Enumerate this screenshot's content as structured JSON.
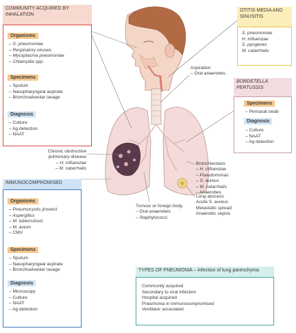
{
  "community": {
    "title": "COMMUNITY ACQUIRED BY INHALATION",
    "organisms_label": "Organisms",
    "organisms": [
      "– S. pneumoniae",
      "– Respiratory viruses",
      "– Mycoplasma pneumoniae",
      "– Chlamydia spp."
    ],
    "specimens_label": "Specimens",
    "specimens": [
      "– Sputum",
      "– Nasopharyngeal aspirate",
      "– Bronchoalveolar lavage"
    ],
    "diagnosis_label": "Diagnosis",
    "diagnosis": [
      "– Culture",
      "– Ag detection",
      "– NAAT"
    ]
  },
  "otitis": {
    "title": "OTITIS MEDIA AND SINUSITIS",
    "organisms": [
      "S. pneumoniae",
      "H. influenzae",
      "S. pyogenes",
      "M. catarrhalis"
    ]
  },
  "aspiration": {
    "title": "Aspiration",
    "organism": "– Oral anaerobes"
  },
  "bordetella": {
    "title": "BORDETELLA PERTUSSIS",
    "specimens_label": "Specimens",
    "specimens": [
      "– Pernasal swab"
    ],
    "diagnosis_label": "Diagnosis",
    "diagnosis": [
      "– Culture",
      "– NAAT",
      "– Ag detection"
    ]
  },
  "copd": {
    "lines": [
      "Chronic obstructive",
      "pulmonary disease",
      "– H. influenzae",
      "– M. catarrhalis"
    ]
  },
  "bronchiectasis": {
    "title": "Bronchiectasis",
    "organisms": [
      "– H. influenzae",
      "– Pseudomonas",
      "– S. aureus",
      "– M. catarrhalis",
      "– Anaerobes"
    ]
  },
  "abscess": {
    "lines": [
      "Lung abscess",
      "Acute S. aureus",
      "Metastatic spread",
      "Anaerobic sepsis"
    ]
  },
  "tumour": {
    "lines": [
      "Tumour or foreign body",
      "– Oral anaerobes",
      "– Staphylococci"
    ]
  },
  "immuno": {
    "title": "IMMUNOCOMPROMISED",
    "organisms_label": "Organisms",
    "organisms": [
      "– Pneumocystis jirovecii",
      "– Aspergillus",
      "– M. tuberculosis",
      "– M. avium",
      "– CMV"
    ],
    "specimens_label": "Specimens",
    "specimens": [
      "– Sputum",
      "– Nasopharyngeal aspirate",
      "– Bronchoalveolar lavage"
    ],
    "diagnosis_label": "Diagnosis",
    "diagnosis": [
      "– Microscopy",
      "– Culture",
      "– NAAT",
      "– Ag detection"
    ]
  },
  "types": {
    "title": "TYPES OF PNEUMONIA – infection of lung parenchyma",
    "items": [
      "Community acquired",
      "Secondary to viral infection",
      "Hospital acquired",
      "Pneumonia in immunocompromised",
      "Ventilator associated"
    ]
  },
  "colors": {
    "red": "#d8473f",
    "red_fill": "#f7d9cf",
    "yellow": "#e9c53a",
    "yellow_fill": "#fbeebb",
    "pink": "#c99aa8",
    "pink_fill": "#f3dce0",
    "blue": "#3d77b8",
    "blue_fill": "#cfe3f5",
    "teal": "#3fa7a0",
    "teal_fill": "#d5efec",
    "orange_tag": "#f6c98f"
  }
}
